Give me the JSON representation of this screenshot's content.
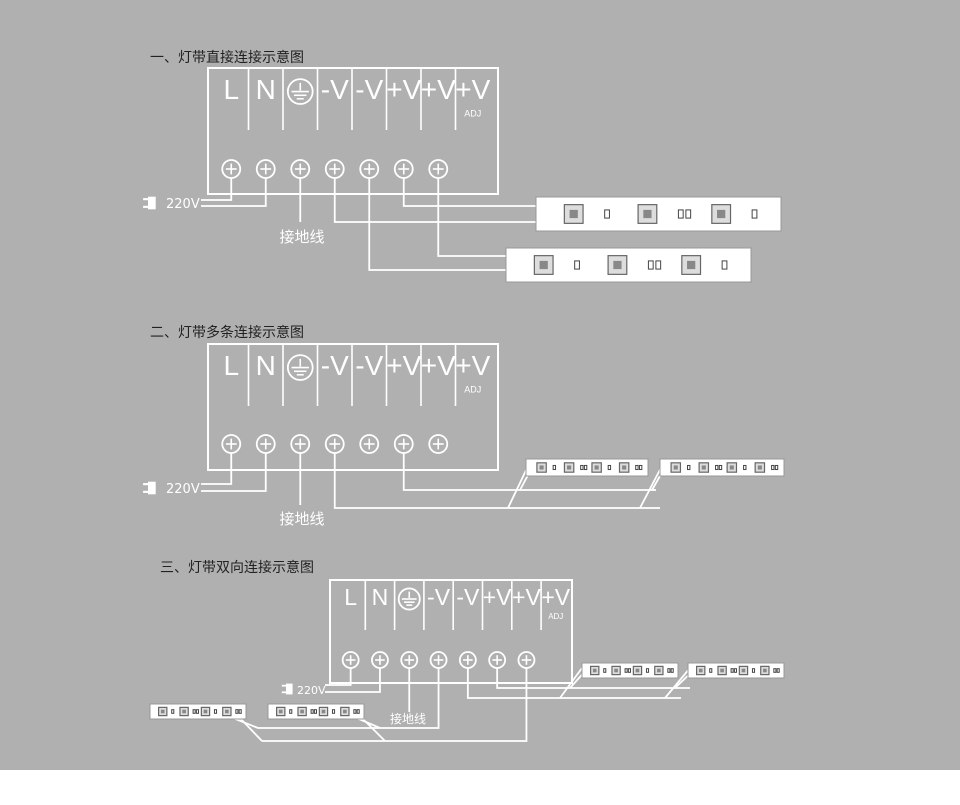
{
  "sections": [
    {
      "title": "一、灯带直接连接示意图",
      "terminals": [
        "L",
        "N",
        "ground",
        "-V",
        "-V",
        "+V",
        "+V",
        "+V"
      ],
      "adj_label": "ADJ",
      "input_label": "220V",
      "ground_label": "接地线"
    },
    {
      "title": "二、灯带多条连接示意图",
      "terminals": [
        "L",
        "N",
        "ground",
        "-V",
        "-V",
        "+V",
        "+V",
        "+V"
      ],
      "adj_label": "ADJ",
      "input_label": "220V",
      "ground_label": "接地线"
    },
    {
      "title": "三、灯带双向连接示意图",
      "terminals": [
        "L",
        "N",
        "ground",
        "-V",
        "-V",
        "+V",
        "+V",
        "+V"
      ],
      "adj_label": "ADJ",
      "input_label": "220V",
      "ground_label": "接地线"
    }
  ],
  "strip_marks": {
    "plus": "+",
    "minus": "-"
  },
  "colors": {
    "background": "#b0b0b0",
    "line": "#ffffff",
    "text": "#222222"
  },
  "icons": [
    "ground-symbol-icon",
    "screw-terminal-icon",
    "plug-icon",
    "led-strip-icon"
  ]
}
